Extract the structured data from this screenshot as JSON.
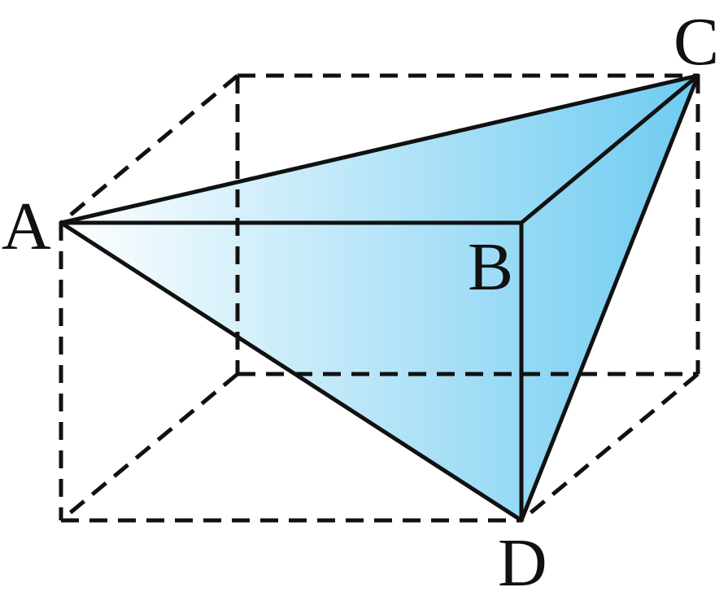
{
  "diagram": {
    "vertices": [
      {
        "id": "A",
        "label": "A"
      },
      {
        "id": "B",
        "label": "B"
      },
      {
        "id": "C",
        "label": "C"
      },
      {
        "id": "D",
        "label": "D"
      }
    ],
    "fill_gradient": {
      "start": "#ffffff",
      "end": "#6ecbf1"
    },
    "line_color": "#111111"
  }
}
